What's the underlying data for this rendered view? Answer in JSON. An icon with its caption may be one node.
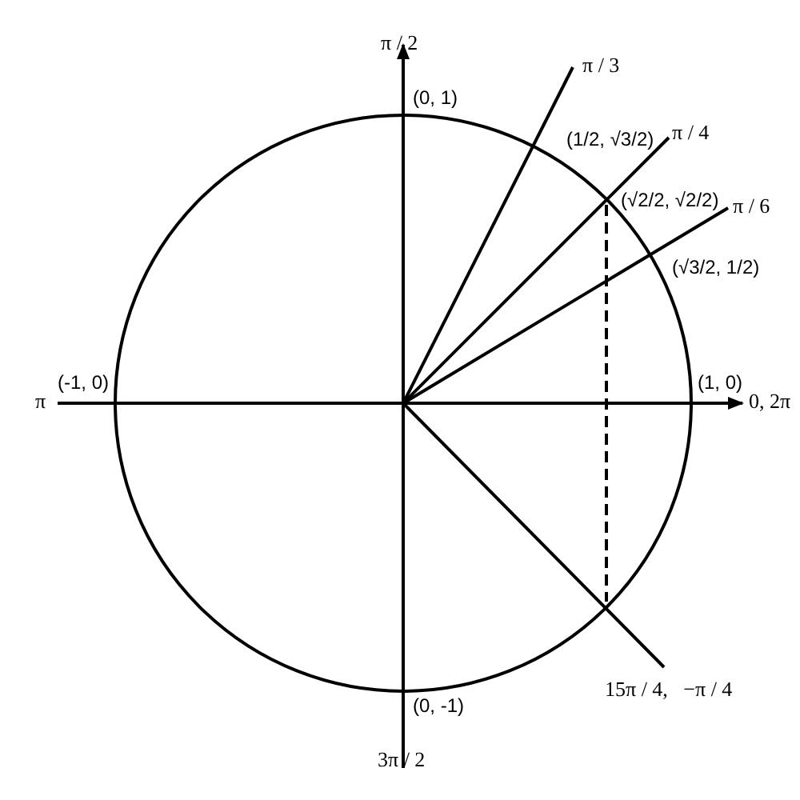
{
  "diagram": {
    "labels": [
      "π / 2",
      "(0, 1)",
      "π / 3",
      "(1/2, √3/2)",
      "π / 4",
      "(√2/2, √2/2)",
      "π / 6",
      "(√3/2, 1/2)",
      "π",
      "(-1, 0)",
      "(1, 0)",
      "0, 2π",
      "(0, -1)",
      "15π / 4,   −π / 4",
      "3π / 2"
    ]
  }
}
